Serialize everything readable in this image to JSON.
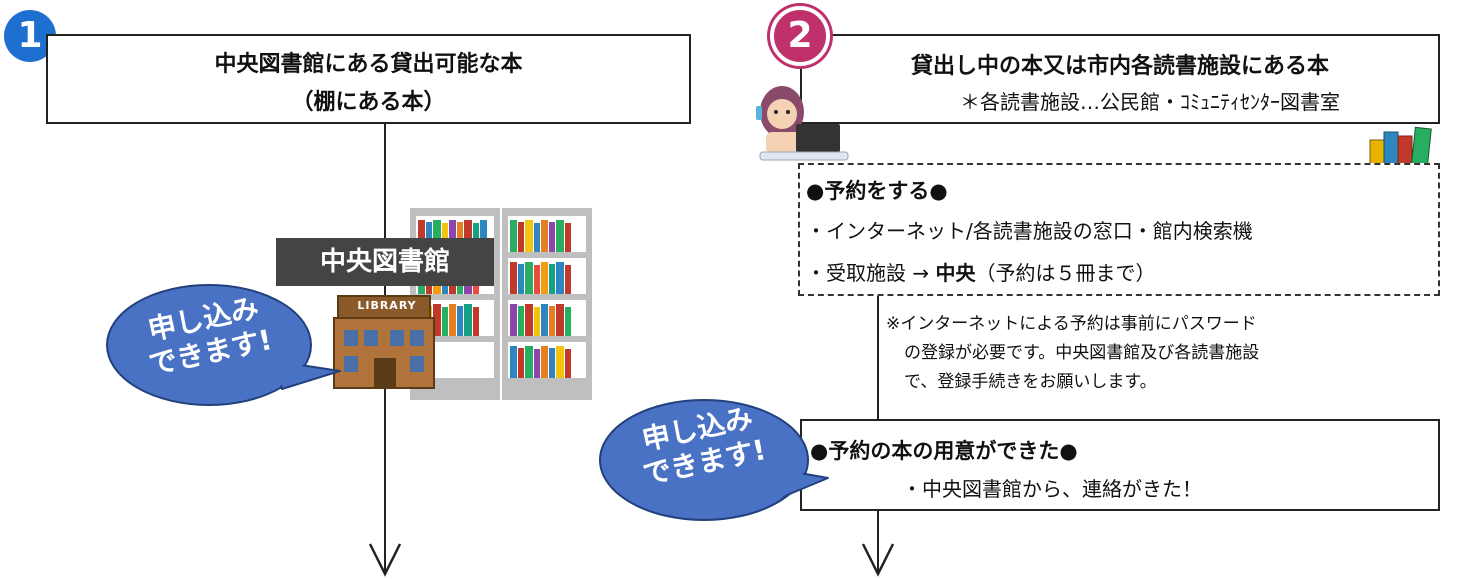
{
  "step1": {
    "badge": "1",
    "title_line1": "中央図書館にある貸出可能な本",
    "title_line2": "（棚にある本）",
    "library_label": "中央図書館",
    "library_sign": "LIBRARY",
    "bubble_line1": "申し込み",
    "bubble_line2": "できます!"
  },
  "step2": {
    "badge": "2",
    "title_line1": "貸出し中の本又は市内各読書施設にある本",
    "title_line2": "＊各読書施設…公民館・ｺﾐｭﾆﾃｨｾﾝﾀｰ図書室",
    "reserve_heading": "●予約をする●",
    "reserve_line1": "・インターネット/各読書施設の窓口・館内検索機",
    "reserve_line2_prefix": "・受取施設 → ",
    "reserve_line2_bold": "中央",
    "reserve_line2_suffix": "（予約は５冊まで）",
    "note_line1": "※インターネットによる予約は事前にパスワード",
    "note_line2": "の登録が必要です。中央図書館及び各読書施設",
    "note_line3": "で、登録手続きをお願いします。",
    "ready_heading": "●予約の本の用意ができた●",
    "ready_line": "・中央図書館から、連絡がきた！",
    "bubble_line1": "申し込み",
    "bubble_line2": "できます!"
  },
  "colors": {
    "badge1": "#1f6fd1",
    "badge2": "#c0306a",
    "bubble": "#4a72c4",
    "library_label_bg": "#444444"
  }
}
